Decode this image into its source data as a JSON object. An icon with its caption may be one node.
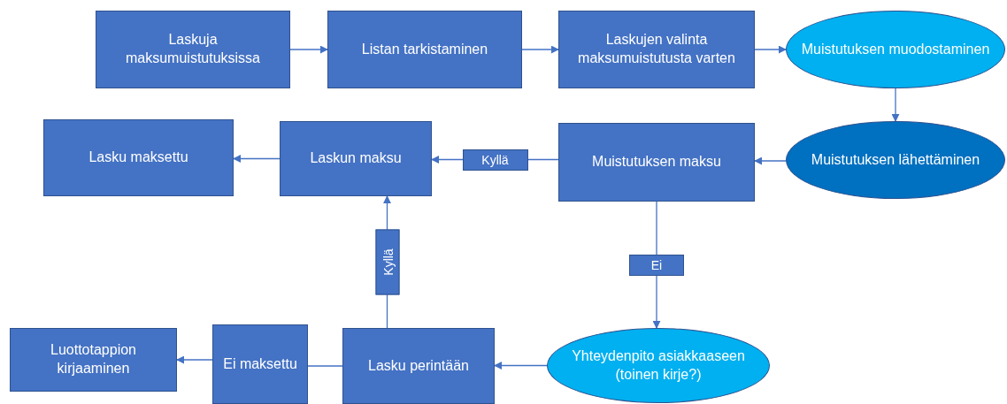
{
  "diagram": {
    "nodes": [
      {
        "text": [
          "Laskuja maksumuistutuksissa"
        ]
      },
      {
        "text": [
          "Listan tarkistaminen"
        ]
      },
      {
        "text": [
          "Laskujen valinta maksumuistutusta varten"
        ]
      },
      {
        "text": [
          "Muistutuksen muodostaminen"
        ]
      },
      {
        "text": [
          "Muistutuksen lähettäminen"
        ]
      },
      {
        "text": [
          "Muistutuksen maksu"
        ]
      },
      {
        "text": [
          "Laskun maksu"
        ]
      },
      {
        "text": [
          "Lasku maksettu"
        ]
      },
      {
        "text": [
          "Yhteydenpito asiakkaaseen (toinen kirje?)"
        ]
      },
      {
        "text": [
          "Lasku perintään"
        ]
      },
      {
        "text": [
          "Ei maksettu"
        ]
      },
      {
        "text": [
          "Luottotappion kirjaaminen"
        ]
      }
    ],
    "edges": [
      {
        "from": 0,
        "to": 1,
        "arrow": "to"
      },
      {
        "from": 1,
        "to": 2,
        "arrow": "to"
      },
      {
        "from": 2,
        "to": 3,
        "arrow": "to"
      },
      {
        "from": 3,
        "to": 4,
        "arrow": "to"
      },
      {
        "from": 4,
        "to": 5,
        "arrow": "to"
      },
      {
        "from": 5,
        "to": 6,
        "arrow": "to",
        "label": "Kyllä"
      },
      {
        "from": 6,
        "to": 7,
        "arrow": "to"
      },
      {
        "from": 5,
        "to": 8,
        "arrow": "to",
        "label": "Ei"
      },
      {
        "from": 8,
        "to": 9,
        "arrow": "to"
      },
      {
        "from": 9,
        "to": 6,
        "arrow": "to",
        "label": "Kyllä"
      },
      {
        "from": 9,
        "to": 10,
        "arrow": "none"
      },
      {
        "from": 10,
        "to": 11,
        "arrow": "to"
      }
    ]
  }
}
